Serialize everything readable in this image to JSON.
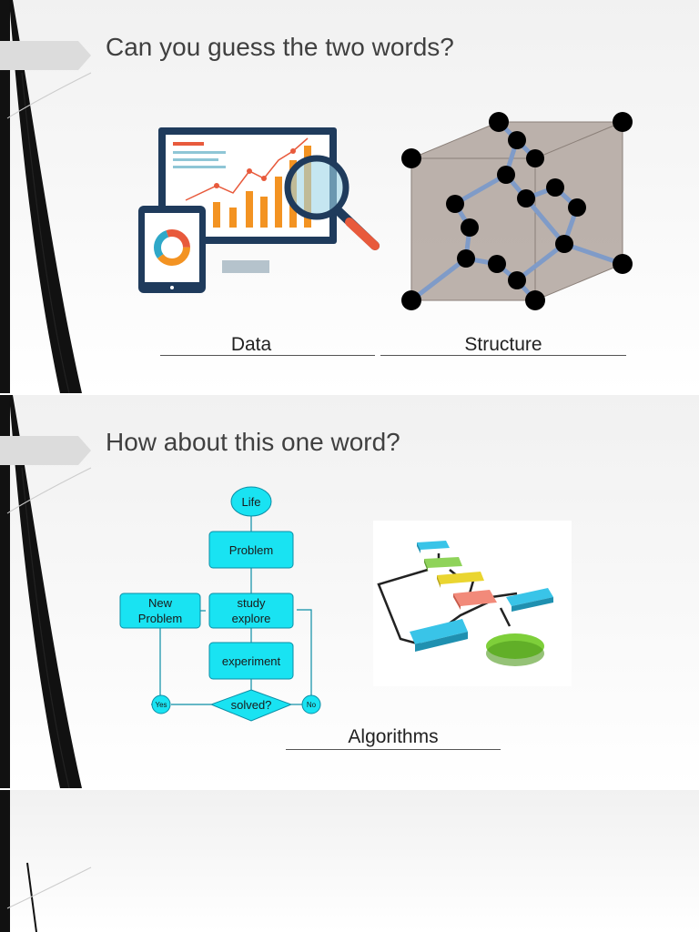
{
  "slides": [
    {
      "title": "Can you guess the two words?",
      "answers": [
        "Data",
        "Structure"
      ]
    },
    {
      "title": "How about this one word?",
      "answer": "Algorithms",
      "flowchart": {
        "life": "Life",
        "problem": "Problem",
        "new_problem_1": "New",
        "new_problem_2": "Problem",
        "study": "study",
        "explore": "explore",
        "experiment": "experiment",
        "solved": "solved?",
        "yes": "Yes",
        "no": "No"
      }
    }
  ],
  "colors": {
    "accent_tab": "#dcdcdc",
    "flow_box": "#19e3f2",
    "flow_border": "#0b8ea6",
    "chart_orange": "#f39322",
    "chart_navy": "#1f3b5c",
    "lattice_box": "#b0a59e"
  },
  "icons": [
    "data-analytics-illustration",
    "crystal-structure-illustration",
    "flowchart-3d-illustration"
  ]
}
